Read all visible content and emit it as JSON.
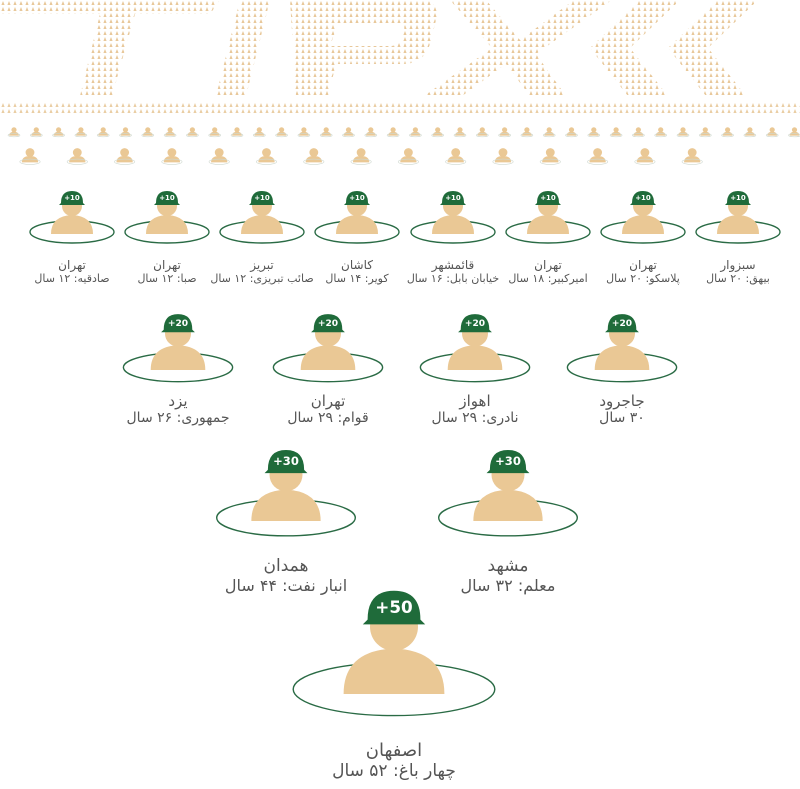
{
  "header_art": {
    "description_icon": "stippled-banner-icon",
    "color": "#e8c89a"
  },
  "colors": {
    "figure": "#eac895",
    "cap": "#1f6b3a",
    "ring": "#2a6b45",
    "text": "#555555"
  },
  "tier10": {
    "badge": "+10",
    "items": [
      {
        "city": "سبزوار",
        "desc": "بیهق: ۲۰ سال"
      },
      {
        "city": "تهران",
        "desc": "پلاسکو: ۲۰ سال"
      },
      {
        "city": "تهران",
        "desc": "امیرکبیر: ۱۸ سال"
      },
      {
        "city": "قائمشهر",
        "desc": "خیابان بابل: ۱۶ سال"
      },
      {
        "city": "کاشان",
        "desc": "کویر: ۱۴ سال"
      },
      {
        "city": "تبریز",
        "desc": "صائب تبریزی: ۱۲ سال"
      },
      {
        "city": "تهران",
        "desc": "صبا: ۱۲ سال"
      },
      {
        "city": "تهران",
        "desc": "صادقیه: ۱۲ سال"
      }
    ]
  },
  "tier20": {
    "badge": "+20",
    "items": [
      {
        "city": "جاجرود",
        "desc": "۳۰ سال"
      },
      {
        "city": "اهواز",
        "desc": "نادری: ۲۹ سال"
      },
      {
        "city": "تهران",
        "desc": "قوام: ۲۹ سال"
      },
      {
        "city": "یزد",
        "desc": "جمهوری: ۲۶ سال"
      }
    ]
  },
  "tier30": {
    "badge": "+30",
    "items": [
      {
        "city": "مشهد",
        "desc": "معلم: ۳۲ سال"
      },
      {
        "city": "همدان",
        "desc": "انبار نفت: ۴۴ سال"
      }
    ]
  },
  "tier50": {
    "badge": "+50",
    "items": [
      {
        "city": "اصفهان",
        "desc": "چهار باغ: ۵۲ سال"
      }
    ]
  }
}
